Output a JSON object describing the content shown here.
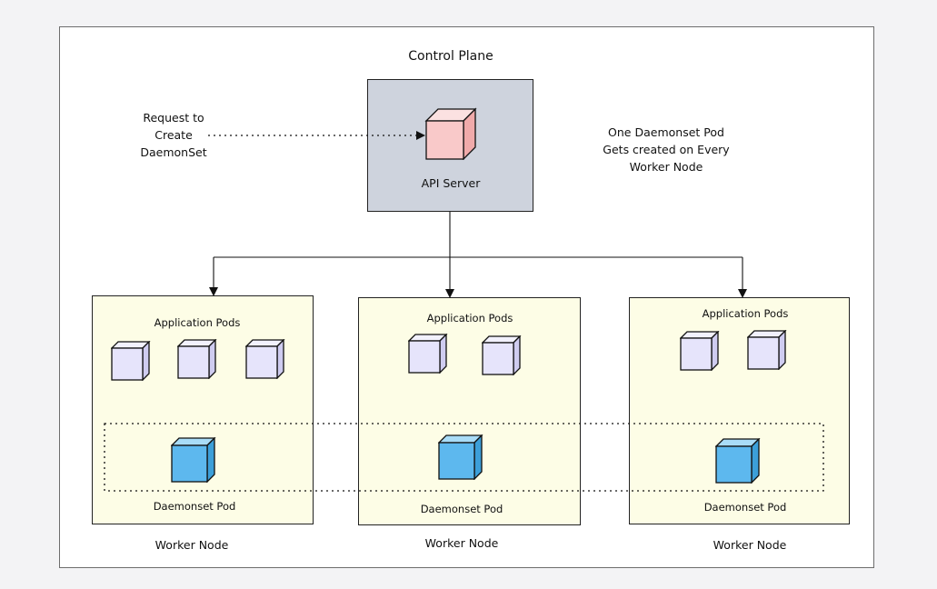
{
  "control_plane": {
    "title": "Control Plane",
    "api_server_label": "API Server"
  },
  "request_note": [
    "Request to",
    "Create",
    "DaemonSet"
  ],
  "daemonset_note": [
    "One Daemonset Pod",
    "Gets created on Every",
    "Worker Node"
  ],
  "worker_nodes": [
    {
      "section_label": "Application Pods",
      "app_pod_count": 3,
      "daemon_label": "Daemonset Pod",
      "node_label": "Worker Node"
    },
    {
      "section_label": "Application Pods",
      "app_pod_count": 2,
      "daemon_label": "Daemonset Pod",
      "node_label": "Worker Node"
    },
    {
      "section_label": "Application Pods",
      "app_pod_count": 2,
      "daemon_label": "Daemonset Pod",
      "node_label": "Worker Node"
    }
  ],
  "colors": {
    "api_cube": "#f9c9c9",
    "app_pod_cube": "#e6e4fb",
    "daemon_pod_cube": "#5db8ee",
    "api_box_fill": "#ced3dd",
    "node_fill": "#fdfde6"
  }
}
